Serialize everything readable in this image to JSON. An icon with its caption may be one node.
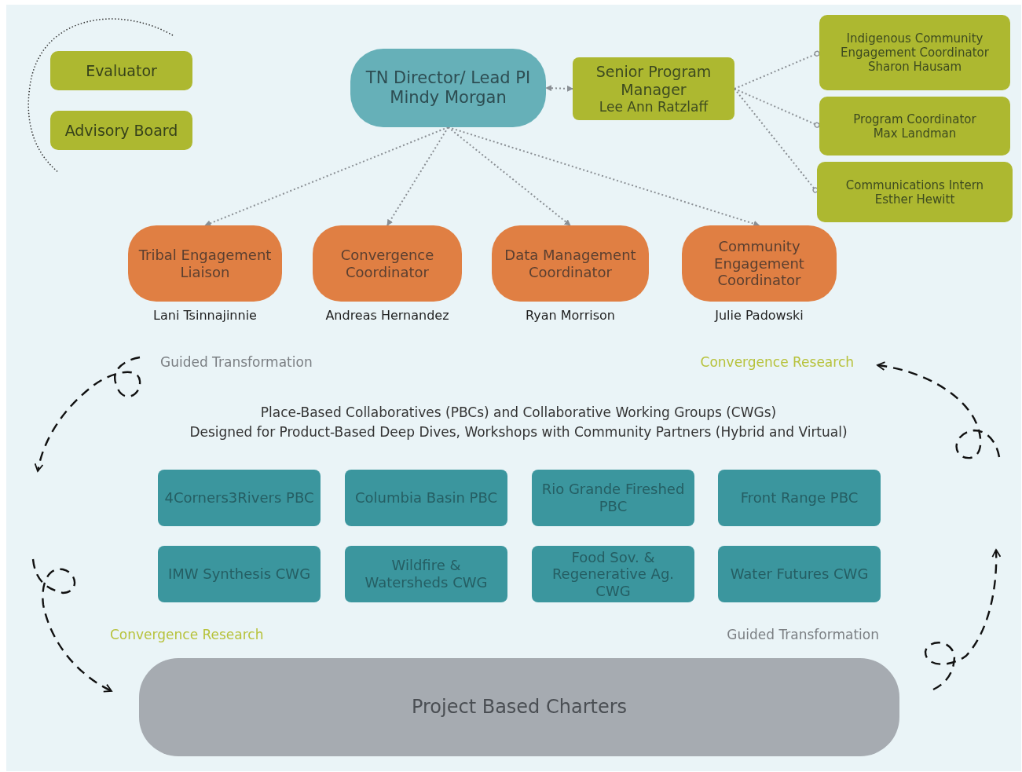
{
  "diagram": {
    "nodes": [
      {
        "text": [
          "Evaluator"
        ]
      },
      {
        "text": [
          "Advisory Board"
        ]
      },
      {
        "text": [
          "TN Director/ Lead PI",
          "Mindy Morgan"
        ]
      },
      {
        "text": [
          "Senior Program Manager",
          "Lee Ann Ratzlaff"
        ]
      },
      {
        "text": [
          "Indigenous Community Engagement Coordinator",
          "Sharon Hausam"
        ]
      },
      {
        "text": [
          "Program Coordinator",
          "Max Landman"
        ]
      },
      {
        "text": [
          "Communications Intern",
          "Esther Hewitt"
        ]
      },
      {
        "text": [
          "Tribal Engagement Liaison"
        ],
        "beside": [
          "Lani Tsinnajinnie"
        ]
      },
      {
        "text": [
          "Convergence Coordinator"
        ],
        "beside": [
          "Andreas Hernandez"
        ]
      },
      {
        "text": [
          "Data Management Coordinator"
        ],
        "beside": [
          "Ryan Morrison"
        ]
      },
      {
        "text": [
          "Community Engagement Coordinator"
        ],
        "beside": [
          "Julie Padowski"
        ]
      },
      {
        "text": [
          "4Corners3Rivers PBC"
        ]
      },
      {
        "text": [
          "Columbia Basin PBC"
        ]
      },
      {
        "text": [
          "Rio Grande Fireshed PBC"
        ]
      },
      {
        "text": [
          "Front Range PBC"
        ]
      },
      {
        "text": [
          "IMW Synthesis CWG"
        ]
      },
      {
        "text": [
          "Wildfire & Watersheds CWG"
        ]
      },
      {
        "text": [
          "Food Sov. & Regenerative Ag. CWG"
        ]
      },
      {
        "text": [
          "Water Futures CWG"
        ]
      },
      {
        "text": [
          "Project Based Charters"
        ]
      }
    ],
    "edges": [
      {
        "from": 3,
        "to": 2,
        "arrow": "both"
      },
      {
        "from": 3,
        "to": 4,
        "arrow": "other"
      },
      {
        "from": 3,
        "to": 5,
        "arrow": "other"
      },
      {
        "from": 3,
        "to": 6,
        "arrow": "other"
      },
      {
        "from": 2,
        "to": 7,
        "arrow": "to"
      },
      {
        "from": 2,
        "to": 8,
        "arrow": "to"
      },
      {
        "from": 2,
        "to": 9,
        "arrow": "to"
      },
      {
        "from": 2,
        "to": 10,
        "arrow": "to"
      }
    ],
    "labels": [
      "Guided Transformation",
      "Convergence Research",
      "Place-Based Collaboratives (PBCs) and Collaborative Working Groups (CWGs)",
      "Designed for Product-Based Deep Dives, Workshops with Community Partners (Hybrid and Virtual)",
      "Convergence Research",
      "Guided Transformation"
    ]
  }
}
